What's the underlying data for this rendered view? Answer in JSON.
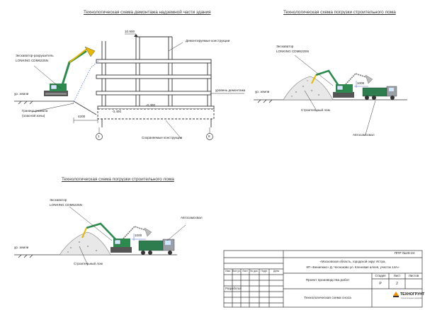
{
  "scheme1": {
    "title": "Технологическая схема демонтажа надземной части здания",
    "height_mark": "10.900",
    "excavator_label_1": "Экскаватор-разрушитель",
    "excavator_label_2": "LONKING CDM6225N",
    "ground_label": "ур. земли",
    "demolish_label": "Демонтируемые конструкции",
    "demolition_level": "уровень демонтажа",
    "mark1": "-0.300",
    "mark2": "-3.400",
    "boundary_1": "Граница развала",
    "boundary_2": "(опасной зоны)",
    "dim_4200": "4200",
    "kept_label": "Сохраняемые конструкции",
    "axis_left": "1",
    "axis_right": "8"
  },
  "scheme2": {
    "title": "Технологическая схема погрузки строительного лома",
    "excavator_label_1": "Экскаватор",
    "excavator_label_2": "LONKING CDM6225N",
    "ground_label": "ур. земли",
    "dim_1000": "1000",
    "scrap_label": "Строительный лом",
    "truck_label": "Автосамосвал"
  },
  "scheme3": {
    "title": "Технологическая схема погрузки строительного лома",
    "excavator_label_1": "Экскаватор",
    "excavator_label_2": "LONKING CDM6225N",
    "truck_label": "Автосамосвал",
    "dim_1000": "1000",
    "ground_label": "ур. земли",
    "scrap_label": "Строительный лом"
  },
  "stamp": {
    "code": "ППР №29-24",
    "address_1": "«Московская область, городской округ Истра,",
    "address_2": "КП «Бенилюкс» Д. Чесноково ул. Кленовая аллея, участок 14А»",
    "project": "Проект производства работ",
    "sheet_title": "Технологическая схема сноса",
    "stage_h": "Стадия",
    "sheet_h": "Лист",
    "sheets_h": "Листов",
    "stage": "Р",
    "sheet": "2",
    "sheets": "",
    "developed": "Разработал",
    "col_izm": "Изм.",
    "col_kol": "Кол.уч.",
    "col_list": "Лист",
    "col_doc": "№ док.",
    "col_sign": "Подп.",
    "col_date": "Дата",
    "logo": "ТЕХНОГРУНТ",
    "logo_sub": "строительные решения"
  },
  "colors": {
    "excavator": "#2d8a4e",
    "arm_yellow": "#e6b800",
    "truck_cab": "#9aa0a6",
    "dump_body": "#2e7d4f",
    "boom_marks": "#3a5fd6",
    "logo_orange": "#f39200",
    "line": "#333333",
    "dim_blue": "#3a5fd6"
  }
}
